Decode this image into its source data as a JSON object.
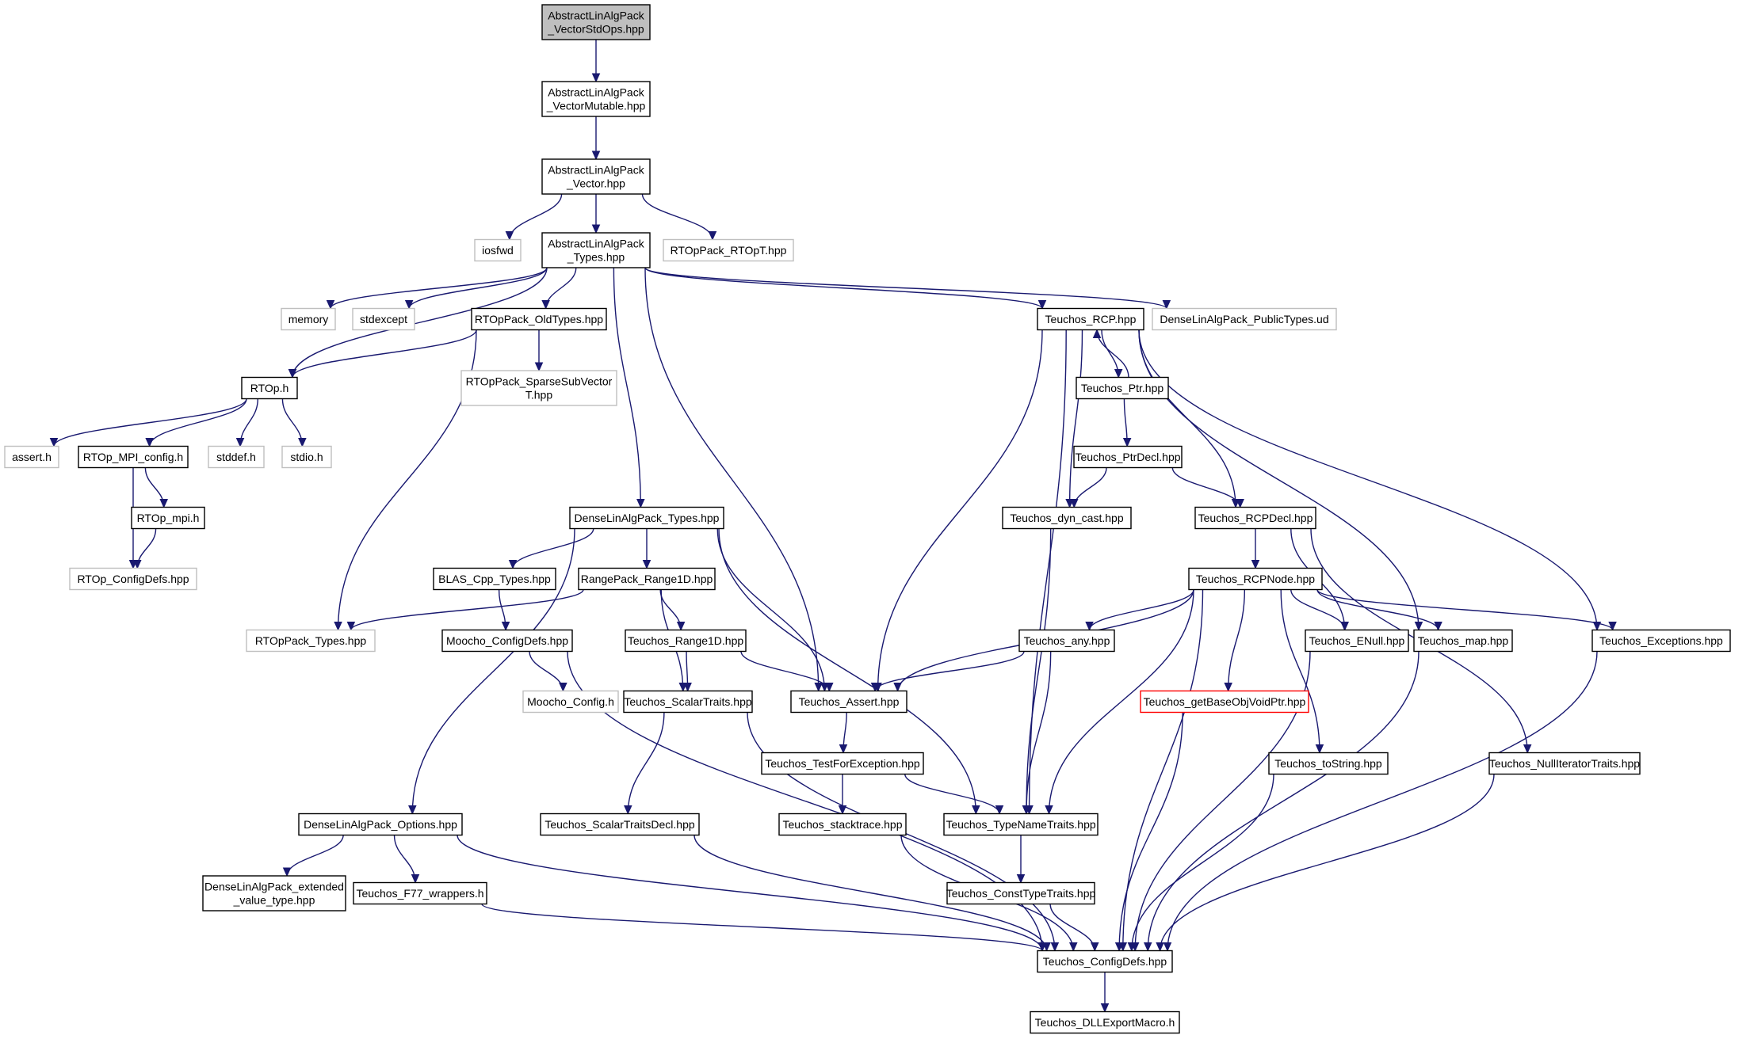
{
  "colors": {
    "edge": "#191970",
    "node_border": "#000000",
    "external_border": "#bfbfbf",
    "highlight_border": "#ff0000",
    "root_fill": "#bfbfbf",
    "node_fill": "#ffffff"
  },
  "nodes": [
    {
      "id": "n0",
      "lines": [
        "AbstractLinAlgPack",
        "_VectorStdOps.hpp"
      ],
      "kind": "root"
    },
    {
      "id": "n1",
      "lines": [
        "AbstractLinAlgPack",
        "_VectorMutable.hpp"
      ],
      "kind": "normal"
    },
    {
      "id": "n2",
      "lines": [
        "AbstractLinAlgPack",
        "_Vector.hpp"
      ],
      "kind": "normal"
    },
    {
      "id": "n3",
      "lines": [
        "iosfwd"
      ],
      "kind": "external"
    },
    {
      "id": "n4",
      "lines": [
        "AbstractLinAlgPack",
        "_Types.hpp"
      ],
      "kind": "normal"
    },
    {
      "id": "n5",
      "lines": [
        "RTOpPack_RTOpT.hpp"
      ],
      "kind": "external"
    },
    {
      "id": "n6",
      "lines": [
        "memory"
      ],
      "kind": "external"
    },
    {
      "id": "n7",
      "lines": [
        "stdexcept"
      ],
      "kind": "external"
    },
    {
      "id": "n8",
      "lines": [
        "RTOpPack_OldTypes.hpp"
      ],
      "kind": "normal"
    },
    {
      "id": "n9",
      "lines": [
        "Teuchos_RCP.hpp"
      ],
      "kind": "normal"
    },
    {
      "id": "n10",
      "lines": [
        "DenseLinAlgPack_PublicTypes.ud"
      ],
      "kind": "external"
    },
    {
      "id": "n11",
      "lines": [
        "RTOp.h"
      ],
      "kind": "normal"
    },
    {
      "id": "n12",
      "lines": [
        "RTOpPack_SparseSubVector",
        "T.hpp"
      ],
      "kind": "external"
    },
    {
      "id": "n13",
      "lines": [
        "Teuchos_Ptr.hpp"
      ],
      "kind": "normal"
    },
    {
      "id": "n14",
      "lines": [
        "assert.h"
      ],
      "kind": "external"
    },
    {
      "id": "n15",
      "lines": [
        "RTOp_MPI_config.h"
      ],
      "kind": "normal"
    },
    {
      "id": "n16",
      "lines": [
        "stddef.h"
      ],
      "kind": "external"
    },
    {
      "id": "n17",
      "lines": [
        "stdio.h"
      ],
      "kind": "external"
    },
    {
      "id": "n18",
      "lines": [
        "Teuchos_PtrDecl.hpp"
      ],
      "kind": "normal"
    },
    {
      "id": "n19",
      "lines": [
        "RTOp_mpi.h"
      ],
      "kind": "normal"
    },
    {
      "id": "n20",
      "lines": [
        "DenseLinAlgPack_Types.hpp"
      ],
      "kind": "normal"
    },
    {
      "id": "n21",
      "lines": [
        "Teuchos_dyn_cast.hpp"
      ],
      "kind": "normal"
    },
    {
      "id": "n22",
      "lines": [
        "Teuchos_RCPDecl.hpp"
      ],
      "kind": "normal"
    },
    {
      "id": "n23",
      "lines": [
        "RTOp_ConfigDefs.hpp"
      ],
      "kind": "external"
    },
    {
      "id": "n24",
      "lines": [
        "BLAS_Cpp_Types.hpp"
      ],
      "kind": "normal"
    },
    {
      "id": "n25",
      "lines": [
        "RangePack_Range1D.hpp"
      ],
      "kind": "normal"
    },
    {
      "id": "n26",
      "lines": [
        "Teuchos_RCPNode.hpp"
      ],
      "kind": "normal"
    },
    {
      "id": "n27",
      "lines": [
        "RTOpPack_Types.hpp"
      ],
      "kind": "external"
    },
    {
      "id": "n28",
      "lines": [
        "Moocho_ConfigDefs.hpp"
      ],
      "kind": "normal"
    },
    {
      "id": "n29",
      "lines": [
        "Teuchos_Range1D.hpp"
      ],
      "kind": "normal"
    },
    {
      "id": "n30",
      "lines": [
        "Teuchos_any.hpp"
      ],
      "kind": "normal"
    },
    {
      "id": "n31",
      "lines": [
        "Teuchos_ENull.hpp"
      ],
      "kind": "normal"
    },
    {
      "id": "n32",
      "lines": [
        "Teuchos_map.hpp"
      ],
      "kind": "normal"
    },
    {
      "id": "n33",
      "lines": [
        "Teuchos_Exceptions.hpp"
      ],
      "kind": "normal"
    },
    {
      "id": "n34",
      "lines": [
        "Moocho_Config.h"
      ],
      "kind": "external"
    },
    {
      "id": "n35",
      "lines": [
        "Teuchos_ScalarTraits.hpp"
      ],
      "kind": "normal"
    },
    {
      "id": "n36",
      "lines": [
        "Teuchos_Assert.hpp"
      ],
      "kind": "normal"
    },
    {
      "id": "n37",
      "lines": [
        "Teuchos_getBaseObjVoidPtr.hpp"
      ],
      "kind": "highlight"
    },
    {
      "id": "n38",
      "lines": [
        "Teuchos_TestForException.hpp"
      ],
      "kind": "normal"
    },
    {
      "id": "n39",
      "lines": [
        "Teuchos_toString.hpp"
      ],
      "kind": "normal"
    },
    {
      "id": "n40",
      "lines": [
        "Teuchos_NullIteratorTraits.hpp"
      ],
      "kind": "normal"
    },
    {
      "id": "n41",
      "lines": [
        "DenseLinAlgPack_Options.hpp"
      ],
      "kind": "normal"
    },
    {
      "id": "n42",
      "lines": [
        "Teuchos_ScalarTraitsDecl.hpp"
      ],
      "kind": "normal"
    },
    {
      "id": "n43",
      "lines": [
        "Teuchos_stacktrace.hpp"
      ],
      "kind": "normal"
    },
    {
      "id": "n44",
      "lines": [
        "Teuchos_TypeNameTraits.hpp"
      ],
      "kind": "normal"
    },
    {
      "id": "n45",
      "lines": [
        "DenseLinAlgPack_extended",
        "_value_type.hpp"
      ],
      "kind": "normal"
    },
    {
      "id": "n46",
      "lines": [
        "Teuchos_F77_wrappers.h"
      ],
      "kind": "normal"
    },
    {
      "id": "n47",
      "lines": [
        "Teuchos_ConstTypeTraits.hpp"
      ],
      "kind": "normal"
    },
    {
      "id": "n48",
      "lines": [
        "Teuchos_ConfigDefs.hpp"
      ],
      "kind": "normal"
    },
    {
      "id": "n49",
      "lines": [
        "Teuchos_DLLExportMacro.h"
      ],
      "kind": "normal"
    }
  ],
  "edges": [
    [
      "n0",
      "n1"
    ],
    [
      "n1",
      "n2"
    ],
    [
      "n2",
      "n3"
    ],
    [
      "n2",
      "n4"
    ],
    [
      "n2",
      "n5"
    ],
    [
      "n4",
      "n6"
    ],
    [
      "n4",
      "n7"
    ],
    [
      "n4",
      "n8"
    ],
    [
      "n4",
      "n9"
    ],
    [
      "n4",
      "n10"
    ],
    [
      "n4",
      "n11"
    ],
    [
      "n4",
      "n20"
    ],
    [
      "n4",
      "n36"
    ],
    [
      "n8",
      "n11"
    ],
    [
      "n8",
      "n12"
    ],
    [
      "n8",
      "n27"
    ],
    [
      "n11",
      "n14"
    ],
    [
      "n11",
      "n15"
    ],
    [
      "n11",
      "n16"
    ],
    [
      "n11",
      "n17"
    ],
    [
      "n15",
      "n19"
    ],
    [
      "n15",
      "n23"
    ],
    [
      "n19",
      "n23"
    ],
    [
      "n9",
      "n13"
    ],
    [
      "n9",
      "n21"
    ],
    [
      "n9",
      "n22"
    ],
    [
      "n9",
      "n36"
    ],
    [
      "n9",
      "n44"
    ],
    [
      "n9",
      "n32"
    ],
    [
      "n9",
      "n33"
    ],
    [
      "n13",
      "n9"
    ],
    [
      "n13",
      "n18"
    ],
    [
      "n18",
      "n21"
    ],
    [
      "n18",
      "n22"
    ],
    [
      "n21",
      "n44"
    ],
    [
      "n22",
      "n26"
    ],
    [
      "n22",
      "n31"
    ],
    [
      "n22",
      "n40"
    ],
    [
      "n26",
      "n30"
    ],
    [
      "n26",
      "n31"
    ],
    [
      "n26",
      "n32"
    ],
    [
      "n26",
      "n33"
    ],
    [
      "n26",
      "n36"
    ],
    [
      "n26",
      "n37"
    ],
    [
      "n26",
      "n39"
    ],
    [
      "n26",
      "n44"
    ],
    [
      "n26",
      "n48"
    ],
    [
      "n20",
      "n24"
    ],
    [
      "n20",
      "n25"
    ],
    [
      "n20",
      "n41"
    ],
    [
      "n20",
      "n36"
    ],
    [
      "n20",
      "n44"
    ],
    [
      "n24",
      "n28"
    ],
    [
      "n25",
      "n27"
    ],
    [
      "n25",
      "n29"
    ],
    [
      "n25",
      "n35"
    ],
    [
      "n29",
      "n35"
    ],
    [
      "n29",
      "n36"
    ],
    [
      "n28",
      "n34"
    ],
    [
      "n28",
      "n48"
    ],
    [
      "n30",
      "n36"
    ],
    [
      "n30",
      "n44"
    ],
    [
      "n35",
      "n42"
    ],
    [
      "n35",
      "n48"
    ],
    [
      "n36",
      "n38"
    ],
    [
      "n38",
      "n43"
    ],
    [
      "n38",
      "n44"
    ],
    [
      "n43",
      "n48"
    ],
    [
      "n44",
      "n47"
    ],
    [
      "n47",
      "n48"
    ],
    [
      "n31",
      "n48"
    ],
    [
      "n32",
      "n48"
    ],
    [
      "n33",
      "n48"
    ],
    [
      "n37",
      "n48"
    ],
    [
      "n39",
      "n48"
    ],
    [
      "n40",
      "n48"
    ],
    [
      "n42",
      "n48"
    ],
    [
      "n41",
      "n45"
    ],
    [
      "n41",
      "n46"
    ],
    [
      "n41",
      "n48"
    ],
    [
      "n46",
      "n48"
    ],
    [
      "n48",
      "n49"
    ]
  ]
}
